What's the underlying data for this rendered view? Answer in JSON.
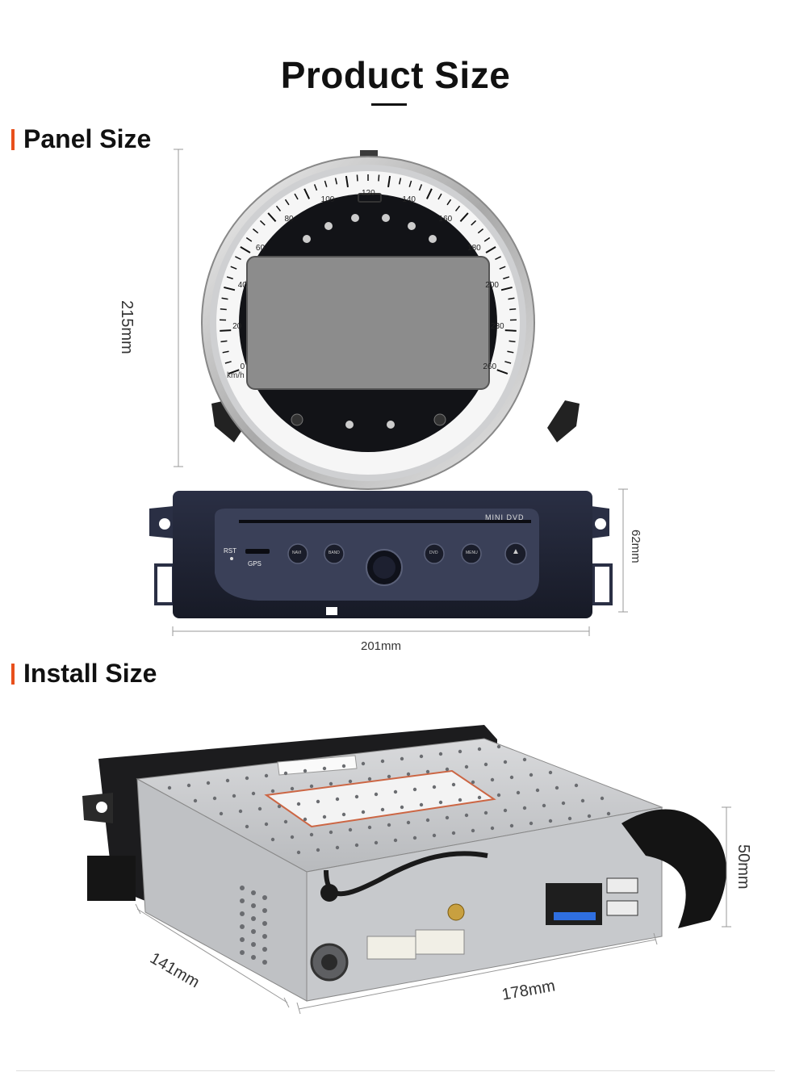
{
  "page": {
    "title": "Product Size"
  },
  "sections": {
    "panel": "Panel Size",
    "install": "Install Size"
  },
  "dimensions": {
    "panel_height": "215mm",
    "unit_height": "62mm",
    "unit_width": "201mm",
    "install_depth": "141mm",
    "install_width": "178mm",
    "install_height": "50mm"
  },
  "gauge": {
    "speed_labels": [
      "0",
      "20",
      "40",
      "60",
      "80",
      "100",
      "120",
      "140",
      "160",
      "180",
      "200",
      "230",
      "260"
    ],
    "unit": "km/h"
  },
  "unit_front": {
    "brand": "MINI DVD",
    "rst": "RST",
    "gps": "GPS",
    "buttons": [
      "NAVI",
      "BAND",
      "DVD",
      "MENU"
    ],
    "eject_symbol": "▲"
  },
  "colors": {
    "accent": "#e8501c",
    "screen": "#8c8c8c",
    "dark_panel": "#1e2233"
  }
}
